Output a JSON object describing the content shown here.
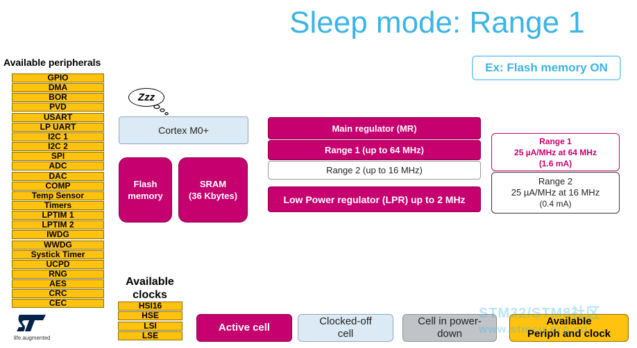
{
  "title": "Sleep mode: Range 1",
  "example": "Ex: Flash memory ON",
  "peripherals": {
    "heading": "Available peripherals",
    "items": [
      "GPIO",
      "DMA",
      "BOR",
      "PVD",
      "USART",
      "LP UART",
      "I2C 1",
      "I2C 2",
      "SPI",
      "ADC",
      "DAC",
      "COMP",
      "Temp Sensor",
      "Timers",
      "LPTIM 1",
      "LPTIM 2",
      "IWDG",
      "WWDG",
      "Systick Timer",
      "UCPD",
      "RNG",
      "AES",
      "CRC",
      "CEC"
    ]
  },
  "clocks": {
    "heading_line1": "Available",
    "heading_line2": "clocks",
    "items": [
      "HSI16",
      "HSE",
      "LSI",
      "LSE"
    ]
  },
  "sleep_bubble": "Zzz",
  "cortex": "Cortex M0+",
  "flash": {
    "line1": "Flash",
    "line2": "memory"
  },
  "sram": {
    "line1": "SRAM",
    "line2": "(36 Kbytes)"
  },
  "regulators": {
    "main": "Main regulator (MR)",
    "range1": "Range 1 (up to 64 MHz)",
    "range2": "Range 2 (up to 16 MHz)",
    "lpr": "Low Power regulator (LPR) up to 2 MHz"
  },
  "range_info": {
    "r1": {
      "line1": "Range 1",
      "line2": "25 µA/MHz at 64 MHz",
      "line3": "(1.6 mA)"
    },
    "r2": {
      "line1": "Range 2",
      "line2": "25 µA/MHz at 16 MHz",
      "line3": "(0.4 mA)"
    }
  },
  "legend": {
    "active": "Active cell",
    "clocked_off": {
      "line1": "Clocked-off",
      "line2": "cell"
    },
    "power_down": {
      "line1": "Cell in power-",
      "line2": "down"
    },
    "available": {
      "line1": "Available",
      "line2": "Periph and clock"
    }
  },
  "logo": {
    "tagline": "life.augmented"
  },
  "watermark": {
    "line1": "STM32/STM8社区",
    "line2": "www.stmcu.org.cn"
  },
  "colors": {
    "accent_blue": "#3CB4E5",
    "magenta": "#C6006F",
    "yellow": "#FFC20E",
    "light_blue": "#DCEAF5",
    "gray": "#C0C4C8"
  }
}
